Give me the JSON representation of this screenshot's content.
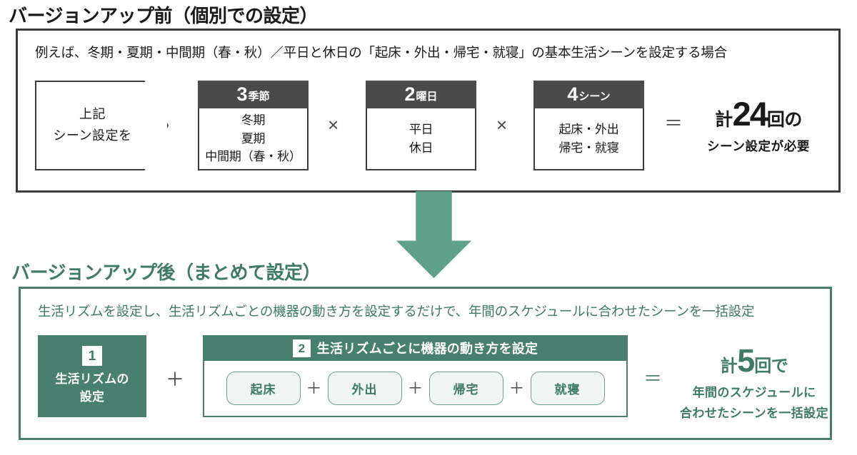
{
  "before": {
    "title": "バージョンアップ前（個別での設定）",
    "lead": "例えば、冬期・夏期・中間期（春・秋）／平日と休日の「起床・外出・帰宅・就寝」の基本生活シーンを設定する場合",
    "source_box": {
      "line1": "上記",
      "line2": "シーン設定を"
    },
    "factors": [
      {
        "count": "3",
        "unit": "季節",
        "items": [
          "冬期",
          "夏期",
          "中間期（春・秋）"
        ]
      },
      {
        "count": "2",
        "unit": "曜日",
        "items": [
          "平日",
          "休日"
        ]
      },
      {
        "count": "4",
        "unit": "シーン",
        "items": [
          "起床・外出",
          "帰宅・就寝"
        ]
      }
    ],
    "operators": {
      "multiply": "×",
      "equals": "＝"
    },
    "result": {
      "prefix": "計",
      "number": "24",
      "suffix": "回の",
      "detail": "シーン設定が必要"
    }
  },
  "after": {
    "title": "バージョンアップ後（まとめて設定）",
    "lead": "生活リズムを設定し、生活リズムごとの機器の動き方を設定するだけで、年間のスケジュールに合わせたシーンを一括設定",
    "step1": {
      "badge": "1",
      "line1": "生活リズムの",
      "line2": "設定"
    },
    "step2": {
      "badge": "2",
      "header": "生活リズムごとに機器の動き方を設定",
      "scenes": [
        "起床",
        "外出",
        "帰宅",
        "就寝"
      ],
      "separator": "＋"
    },
    "operators": {
      "plus": "＋",
      "equals": "＝"
    },
    "result": {
      "prefix": "計",
      "number": "5",
      "suffix": "回で",
      "detail_line1": "年間のスケジュールに",
      "detail_line2": "合わせたシーンを一括設定"
    }
  },
  "arrow": {
    "direction": "down",
    "color": "#5fa08a"
  },
  "colors": {
    "dark": "#3c3c3c",
    "header_gray": "#4a4a4a",
    "teal": "#487f6e",
    "teal_light": "#eef5f2",
    "arrow_green": "#5fa08a"
  }
}
